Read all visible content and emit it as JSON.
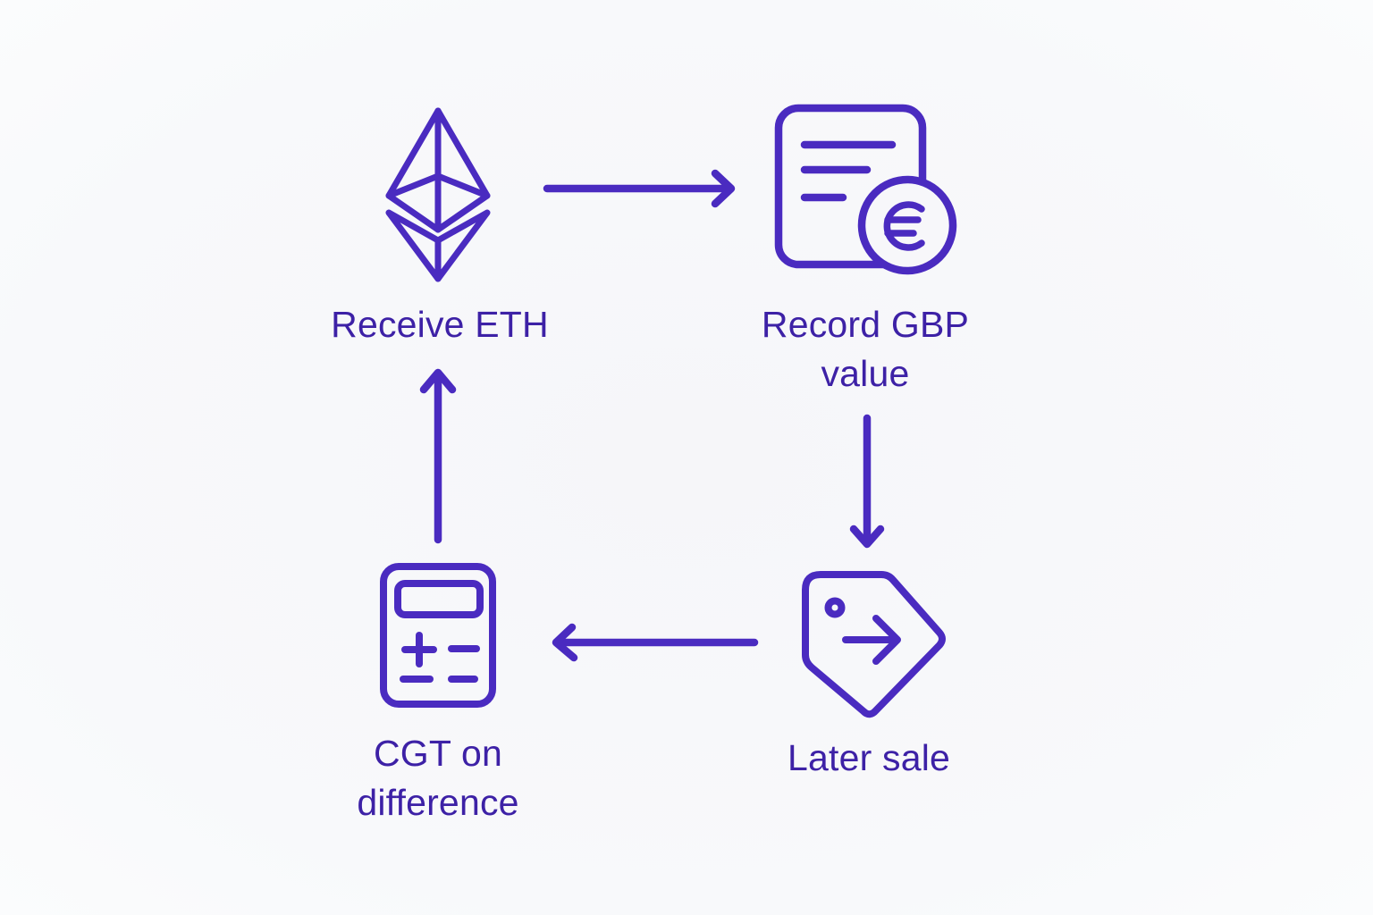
{
  "page": {
    "background_color": "#f7f7fa"
  },
  "diagram": {
    "type": "cycle-flowchart",
    "accent_color": "#4a2bc0",
    "text_color": "#3d21a6",
    "nodes": [
      {
        "label": "Receive ETH",
        "icon": "ethereum-icon",
        "position": "top-left"
      },
      {
        "label": "Record GBP value",
        "icon": "document-euro-icon",
        "position": "top-right"
      },
      {
        "label": "Later sale",
        "icon": "price-tag-icon",
        "position": "bottom-right"
      },
      {
        "label": "CGT on difference",
        "icon": "calculator-icon",
        "position": "bottom-left"
      }
    ],
    "edges": [
      {
        "from": "Receive ETH",
        "to": "Record GBP value",
        "direction": "right"
      },
      {
        "from": "Record GBP value",
        "to": "Later sale",
        "direction": "down"
      },
      {
        "from": "Later sale",
        "to": "CGT on difference",
        "direction": "left"
      },
      {
        "from": "CGT on difference",
        "to": "Receive ETH",
        "direction": "up"
      }
    ]
  }
}
